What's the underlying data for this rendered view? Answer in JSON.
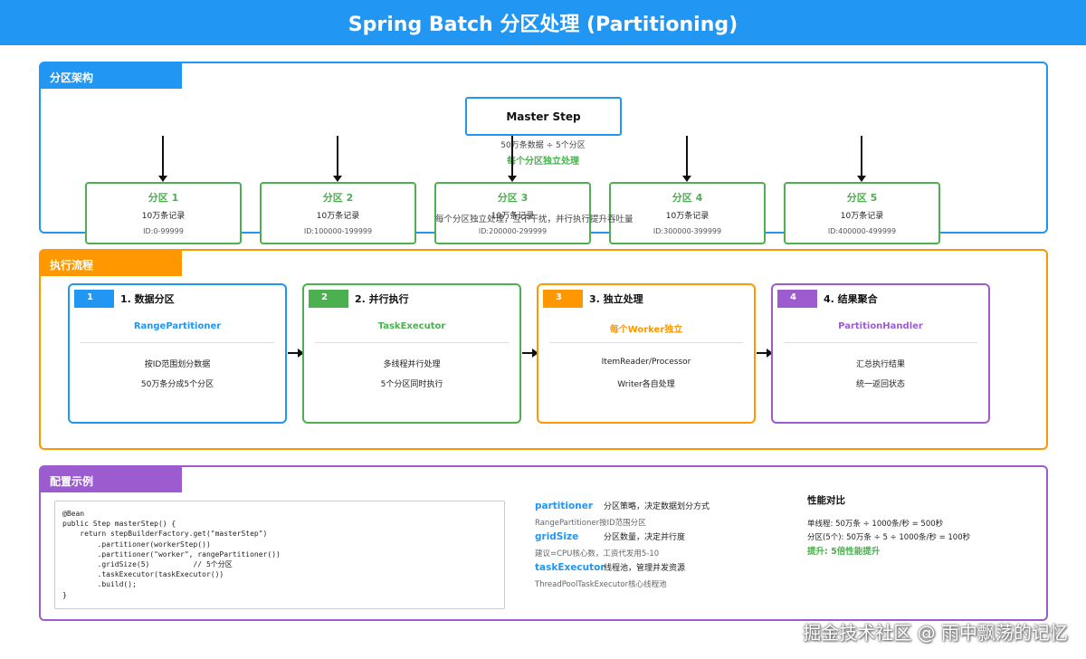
{
  "title": "Spring Batch 分区处理 (Partitioning)",
  "architecture": {
    "label": "分区架构",
    "master": {
      "name": "Master Step",
      "data_note": "50万条数据 ÷ 5个分区",
      "highlight": "每个分区独立处理"
    },
    "overlap_note": "每个分区独立处理，互不干扰，并行执行提升吞吐量",
    "partitions": [
      {
        "name": "分区 1",
        "count": "10万条记录",
        "id_range": "ID:0-99999"
      },
      {
        "name": "分区 2",
        "count": "10万条记录",
        "id_range": "ID:100000-199999"
      },
      {
        "name": "分区 3",
        "count": "10万条记录",
        "id_range": "ID:200000-299999"
      },
      {
        "name": "分区 4",
        "count": "10万条记录",
        "id_range": "ID:300000-399999"
      },
      {
        "name": "分区 5",
        "count": "10万条记录",
        "id_range": "ID:400000-499999"
      }
    ]
  },
  "flow": {
    "label": "执行流程",
    "steps": [
      {
        "num": "1",
        "title": "1. 数据分区",
        "component": "RangePartitioner",
        "line1": "按ID范围划分数据",
        "line2": "50万条分成5个分区",
        "color": "#2196f3"
      },
      {
        "num": "2",
        "title": "2. 并行执行",
        "component": "TaskExecutor",
        "line1": "多线程并行处理",
        "line2": "5个分区同时执行",
        "color": "#4caf50"
      },
      {
        "num": "3",
        "title": "3. 独立处理",
        "component": "每个Worker独立",
        "line1": "ItemReader/Processor",
        "line2": "Writer各自处理",
        "color": "#ff9800"
      },
      {
        "num": "4",
        "title": "4. 结果聚合",
        "component": "PartitionHandler",
        "line1": "汇总执行结果",
        "line2": "统一返回状态",
        "color": "#9c5cd0"
      }
    ]
  },
  "config": {
    "label": "配置示例",
    "code": "@Bean\npublic Step masterStep() {\n    return stepBuilderFactory.get(\"masterStep\")\n        .partitioner(workerStep())\n        .partitioner(\"worker\", rangePartitioner())\n        .gridSize(5)          // 5个分区\n        .taskExecutor(taskExecutor())\n        .build();\n}",
    "items": [
      {
        "key": "partitioner",
        "desc": "分区策略，决定数据划分方式",
        "sub": "RangePartitioner按ID范围分区"
      },
      {
        "key": "gridSize",
        "desc": "分区数量，决定并行度",
        "sub": "建议=CPU核心数，工资代发用5-10"
      },
      {
        "key": "taskExecutor",
        "desc": "线程池，管理并发资源",
        "sub": "ThreadPoolTaskExecutor核心线程池"
      }
    ],
    "perf": {
      "heading": "性能对比",
      "single": "单线程: 50万条 ÷ 1000条/秒 = 500秒",
      "partitioned": "分区(5个): 50万条 ÷ 5 ÷ 1000条/秒 = 100秒",
      "gain": "提升: 5倍性能提升"
    }
  },
  "watermark": "掘金技术社区 @ 雨中飘荡的记忆"
}
